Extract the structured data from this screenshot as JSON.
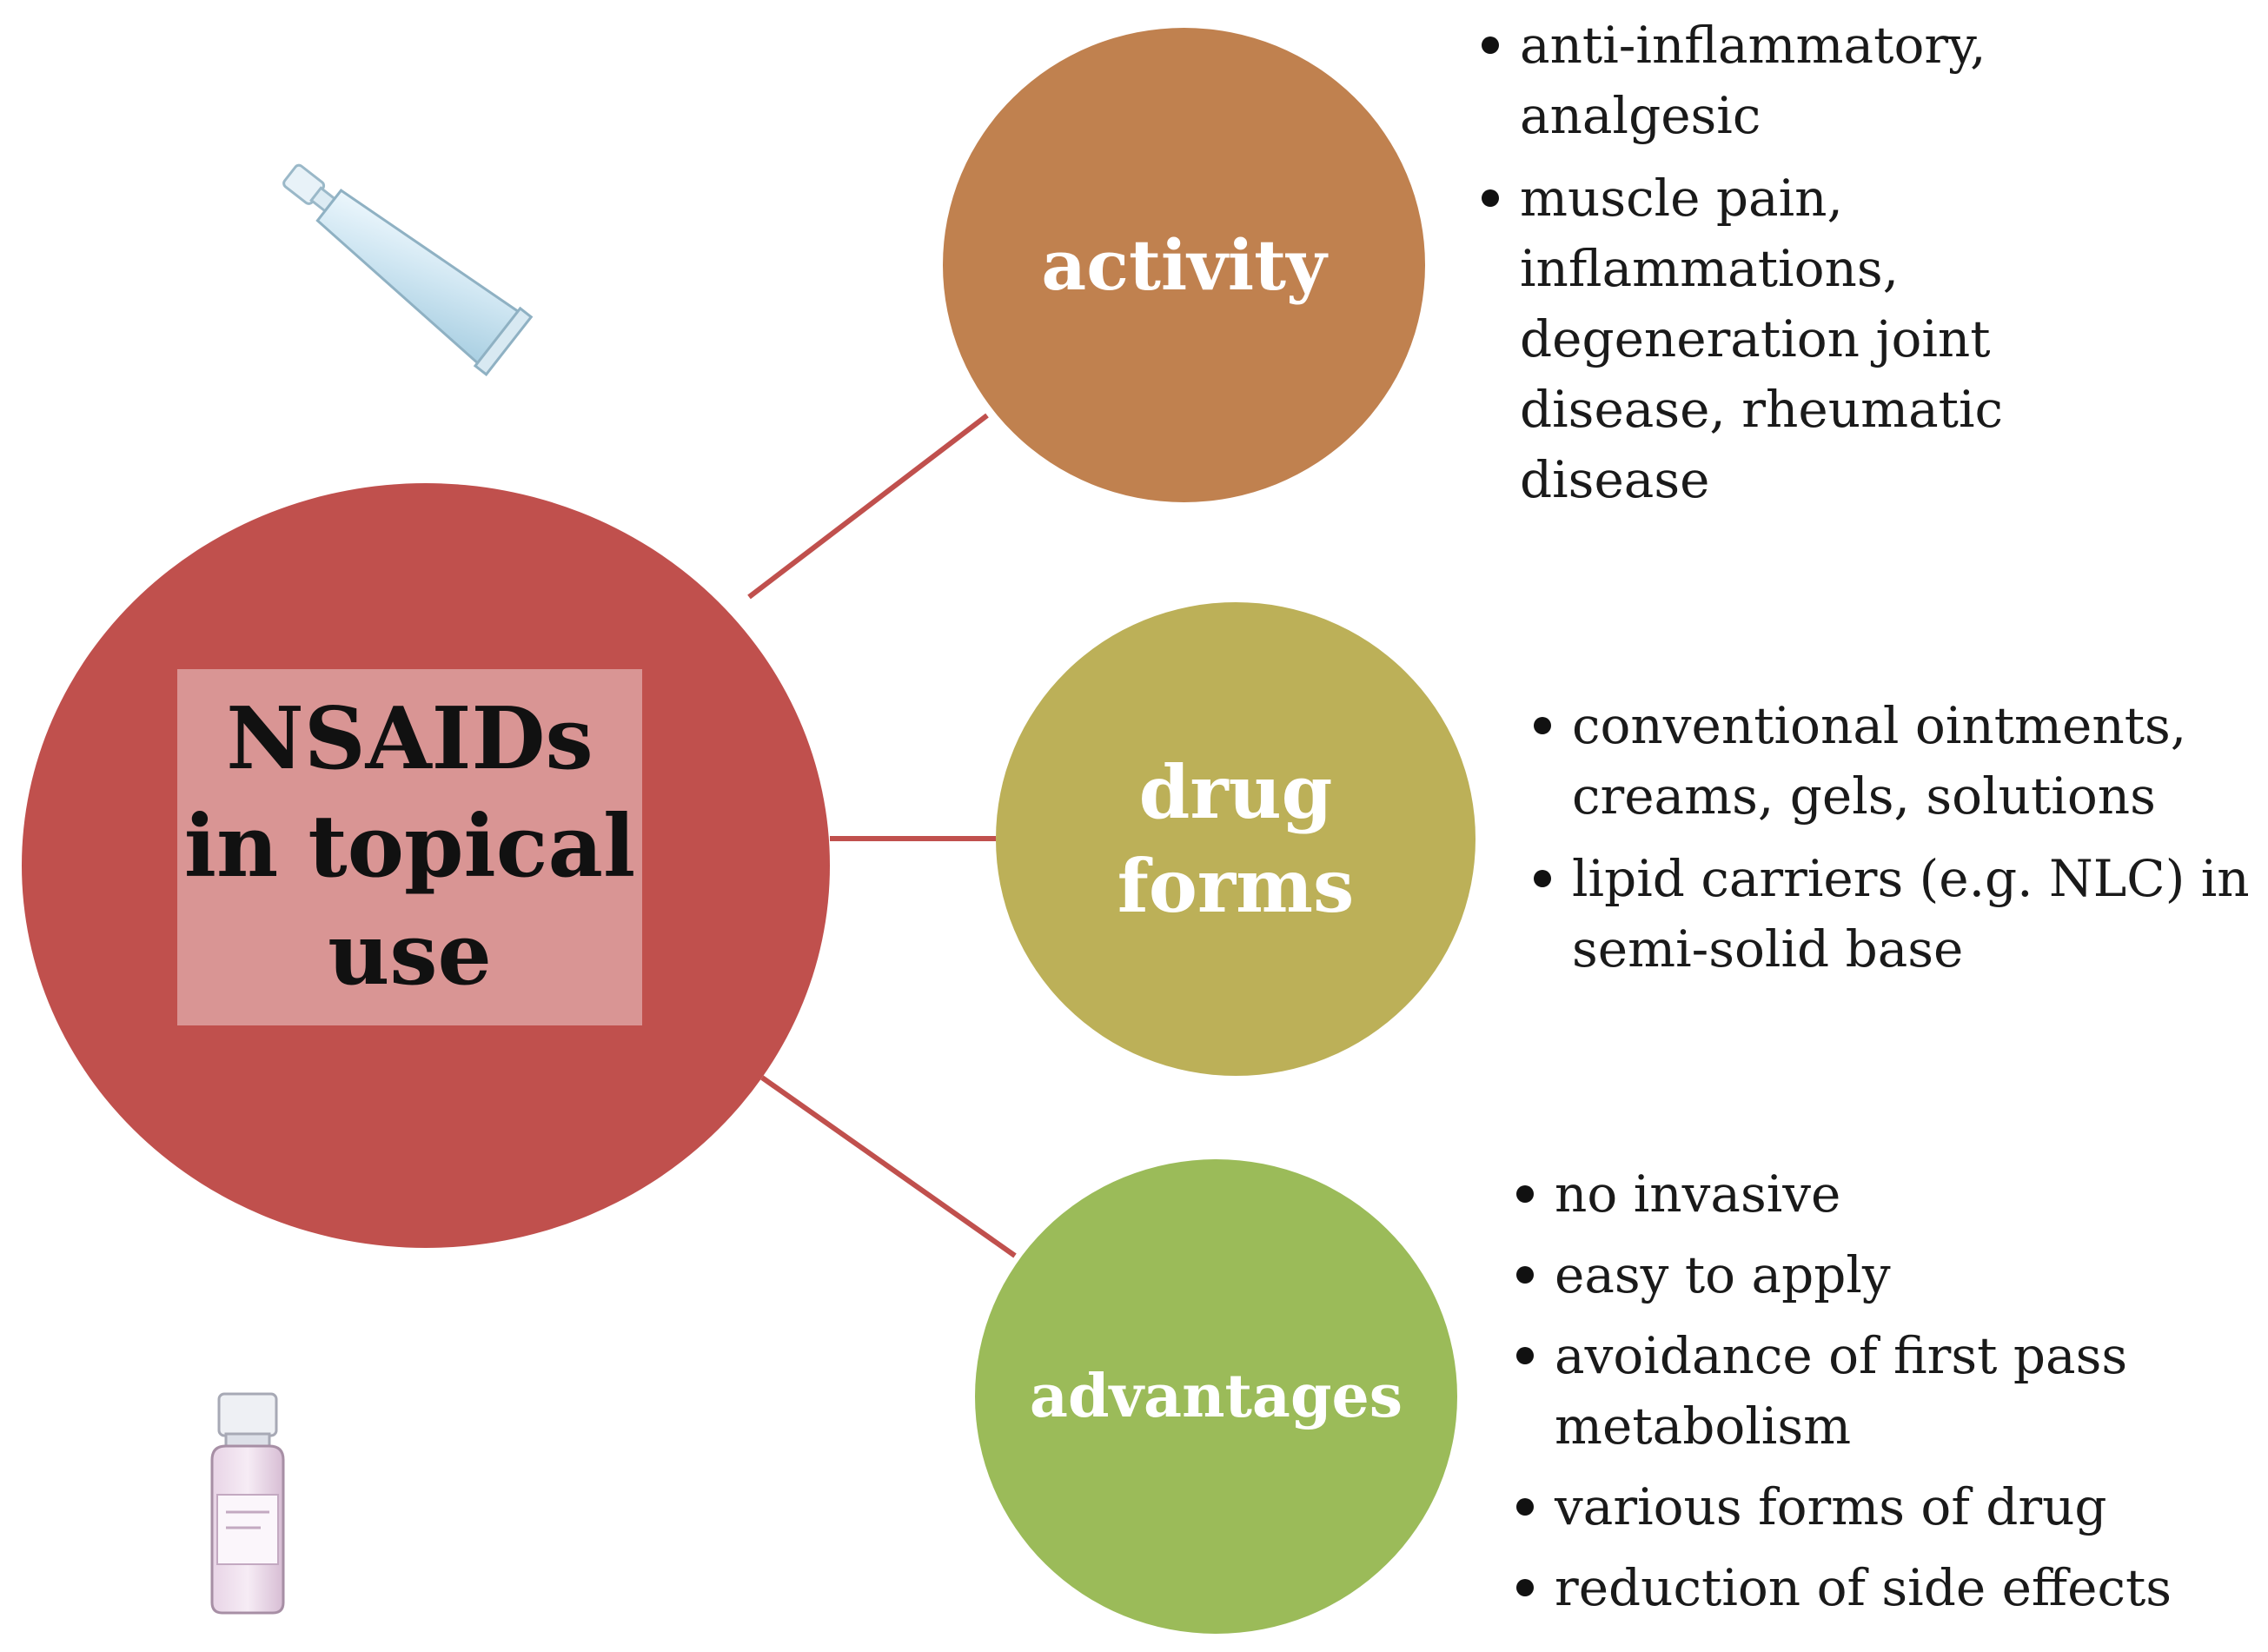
{
  "colors": {
    "hub": "#c0504d",
    "hub_box": "#d99594",
    "connector": "#c0504d",
    "activity": "#c0814f",
    "drug_forms": "#bcb058",
    "advantages": "#9bbb59"
  },
  "center": {
    "title_lines": [
      "NSAIDs",
      "in topical",
      "use"
    ]
  },
  "categories": [
    {
      "label_lines": [
        "activity"
      ],
      "bullets": [
        [
          "anti-inflammatory,",
          "analgesic"
        ],
        [
          "muscle pain,",
          "inflammations,",
          "degeneration joint",
          "disease, rheumatic",
          "disease"
        ]
      ]
    },
    {
      "label_lines": [
        "drug",
        "forms"
      ],
      "bullets": [
        [
          "conventional ointments,",
          "creams, gels, solutions"
        ],
        [
          "lipid carriers (e.g. NLC) in",
          "semi-solid base"
        ]
      ]
    },
    {
      "label_lines": [
        "advantages"
      ],
      "bullets": [
        [
          "no invasive"
        ],
        [
          "easy to apply"
        ],
        [
          "avoidance of first pass",
          "metabolism"
        ],
        [
          "various forms of drug"
        ],
        [
          "reduction of side effects"
        ]
      ]
    }
  ],
  "illustrations": {
    "top": "ointment-tube-icon",
    "bottom": "lotion-bottle-icon"
  }
}
